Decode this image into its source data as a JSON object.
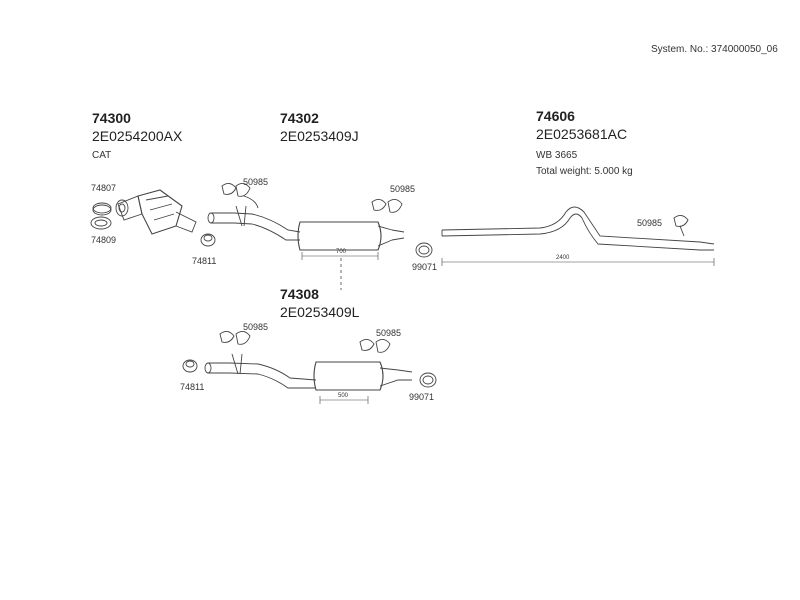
{
  "system_no": "System. No.: 374000050_06",
  "groups": [
    {
      "part": "74300",
      "oem": "2E0254200AX",
      "note": "CAT"
    },
    {
      "part": "74302",
      "oem": "2E0253409J"
    },
    {
      "part": "74606",
      "oem": "2E0253681AC",
      "note1": "WB 3665",
      "note2": "Total weight: 5.000 kg"
    },
    {
      "part": "74308",
      "oem": "2E0253409L"
    }
  ],
  "labels": {
    "l74807": "74807",
    "l74809": "74809",
    "l74811a": "74811",
    "l50985a": "50985",
    "l50985b": "50985",
    "l99071a": "99071",
    "l50985c": "50985",
    "l50985d": "50985",
    "l50985e": "50985",
    "l74811b": "74811",
    "l99071b": "99071"
  },
  "dimensions": {
    "d700": "700",
    "d2400": "2400",
    "d500": "500"
  }
}
